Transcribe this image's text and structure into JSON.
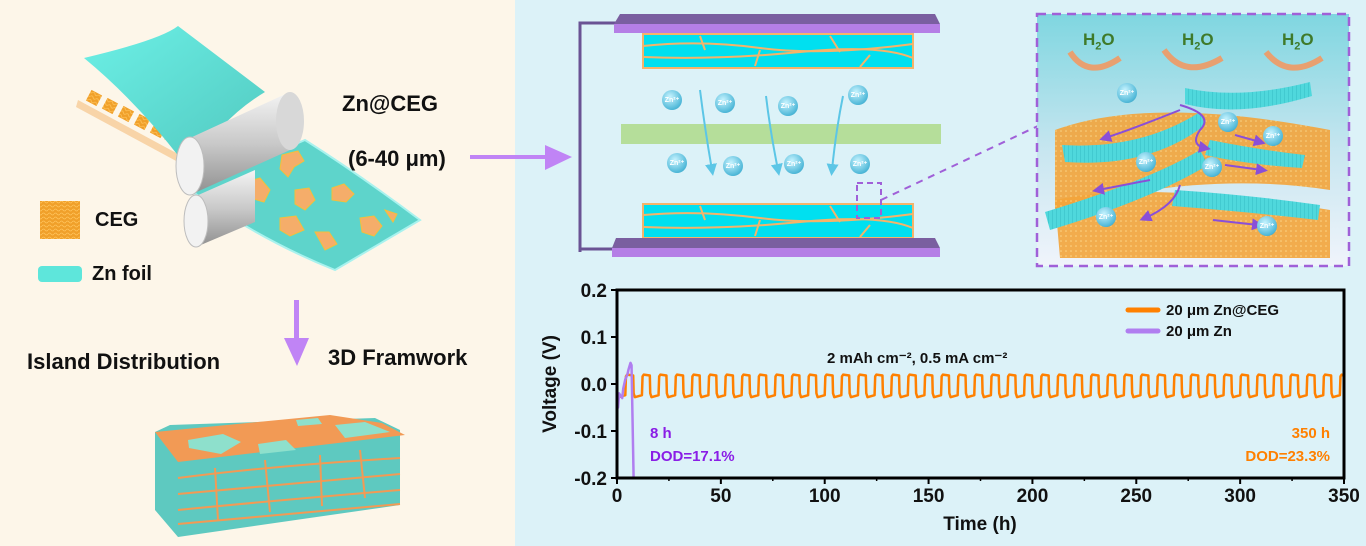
{
  "left_panel": {
    "product_label": "Zn@CEG",
    "thickness_label": "(6-40 μm)",
    "legend": [
      {
        "label": "CEG",
        "swatch": "ceg-texture"
      },
      {
        "label": "Zn foil",
        "swatch": "zn-foil"
      }
    ],
    "island_label": "Island Distribution",
    "framework_label": "3D Framwork"
  },
  "cell_diagram": {
    "ion_label": "Zn²⁺",
    "ion_count_top": 4,
    "ion_count_bottom": 4
  },
  "inset": {
    "water_label_main": "H",
    "water_label_sub": "2",
    "water_label_end": "O",
    "water_count": 3,
    "ion_label": "Zn²⁺"
  },
  "colors": {
    "left_bg": "#fdf6e9",
    "right_bg": "#dcf2f8",
    "zn_foil": "#5ed9d1",
    "ceg_orange": "#f5a35c",
    "arrow_purple": "#c084f5",
    "electrode_purple": "#b57fe6",
    "separator_green": "#b5de9a",
    "series_zn_ceg": "#ff8000",
    "series_zn": "#b07ef0",
    "annot_zn": "#8a1ee6"
  },
  "chart_data": {
    "type": "line",
    "title": "",
    "condition_annotation": "2 mAh cm⁻², 0.5 mA cm⁻²",
    "xlabel": "Time (h)",
    "ylabel": "Voltage (V)",
    "xlim": [
      0,
      350
    ],
    "ylim": [
      -0.2,
      0.2
    ],
    "xticks": [
      "0",
      "50",
      "100",
      "150",
      "200",
      "250",
      "300",
      "350"
    ],
    "yticks": [
      "0.2",
      "0.1",
      "0.0",
      "-0.1",
      "-0.2"
    ],
    "legend_position": "top-right",
    "grid": false,
    "series": [
      {
        "name": "20 μm Zn@CEG",
        "color": "#ff8000",
        "cycle_period_h": 8,
        "plating_voltage": -0.028,
        "stripping_voltage": 0.02,
        "end_time_h": 350
      },
      {
        "name": "20 μm Zn",
        "color": "#b07ef0",
        "points": [
          [
            0,
            -0.01
          ],
          [
            0.5,
            -0.05
          ],
          [
            1,
            -0.02
          ],
          [
            2.5,
            -0.03
          ],
          [
            3,
            -0.01
          ],
          [
            4,
            0.01
          ],
          [
            5,
            0.02
          ],
          [
            5.5,
            0.03
          ],
          [
            6.5,
            0.045
          ],
          [
            7,
            0.04
          ],
          [
            8,
            -0.2
          ]
        ],
        "end_time_h": 8
      }
    ],
    "annotations": [
      {
        "text": "8 h",
        "series": "20 μm Zn"
      },
      {
        "text": "DOD=17.1%",
        "series": "20 μm Zn"
      },
      {
        "text": "350 h",
        "series": "20 μm Zn@CEG"
      },
      {
        "text": "DOD=23.3%",
        "series": "20 μm Zn@CEG"
      }
    ]
  }
}
